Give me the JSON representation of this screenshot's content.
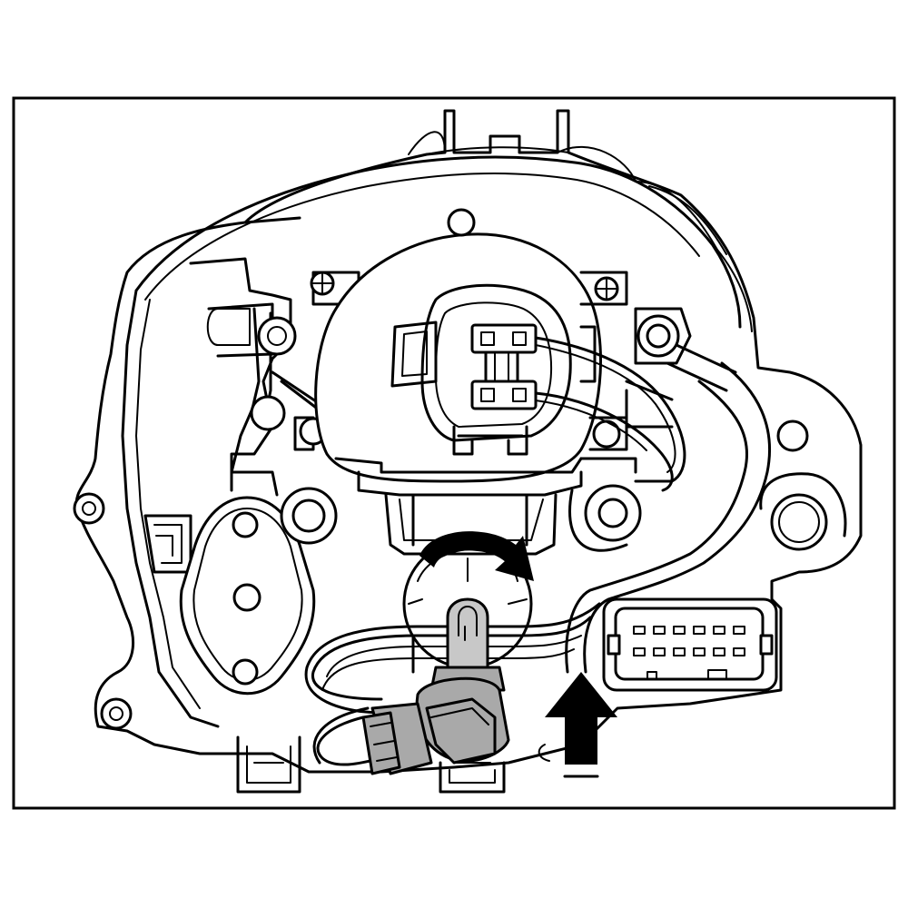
{
  "figure": {
    "description_visible_text": "",
    "colors": {
      "line": "#000000",
      "background": "#ffffff",
      "highlight_fill": "#a9a9a9",
      "highlight_fill_light": "#c8c8c8",
      "arrow_fill": "#000000"
    },
    "icons": {
      "rotation_arrow": "curved-arrow-clockwise-icon",
      "direction_arrow": "up-arrow-icon"
    },
    "parts": [
      "headlamp-housing",
      "bulb-socket",
      "bulb-connector-harness",
      "electrical-connector-12-pin",
      "mounting-bosses",
      "adjuster-plate"
    ]
  }
}
